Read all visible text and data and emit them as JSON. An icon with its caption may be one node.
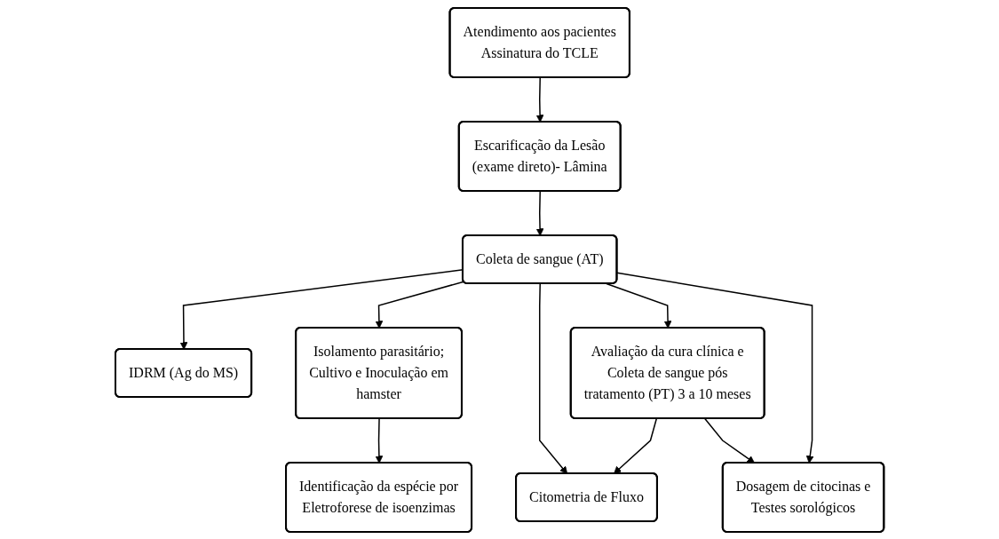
{
  "diagram": {
    "nodes": [
      {
        "text": [
          "Atendimento aos pacientes Assinatura do TCLE"
        ]
      },
      {
        "text": [
          "Escarificação da Lesão (exame direto)- Lâmina"
        ]
      },
      {
        "text": [
          "IDRM (Ag do MS)"
        ]
      },
      {
        "text": [
          "Coleta de sangue (AT)"
        ]
      },
      {
        "text": [
          "Isolamento parasitário; Cultivo e Inoculação em hamster"
        ]
      },
      {
        "text": [
          "Identificação da espécie por Eletroforese de isoenzimas"
        ]
      },
      {
        "text": [
          "Citometria de Fluxo"
        ]
      },
      {
        "text": [
          "Dosagem de citocinas e Testes sorológicos"
        ]
      },
      {
        "text": [
          "Avaliação da cura clínica e Coleta de sangue pós tratamento (PT) 3 a 10 meses"
        ]
      }
    ],
    "edges": [
      {
        "from": 0,
        "to": 1,
        "arrow": "to"
      },
      {
        "from": 1,
        "to": 3,
        "arrow": "to"
      },
      {
        "from": 3,
        "to": 2,
        "arrow": "to"
      },
      {
        "from": 3,
        "to": 4,
        "arrow": "to"
      },
      {
        "from": 4,
        "to": 5,
        "arrow": "to"
      },
      {
        "from": 3,
        "to": 6,
        "arrow": "to"
      },
      {
        "from": 3,
        "to": 8,
        "arrow": "to"
      },
      {
        "from": 3,
        "to": 7,
        "arrow": "to"
      },
      {
        "from": 8,
        "to": 6,
        "arrow": "to"
      },
      {
        "from": 8,
        "to": 7,
        "arrow": "to"
      }
    ]
  }
}
